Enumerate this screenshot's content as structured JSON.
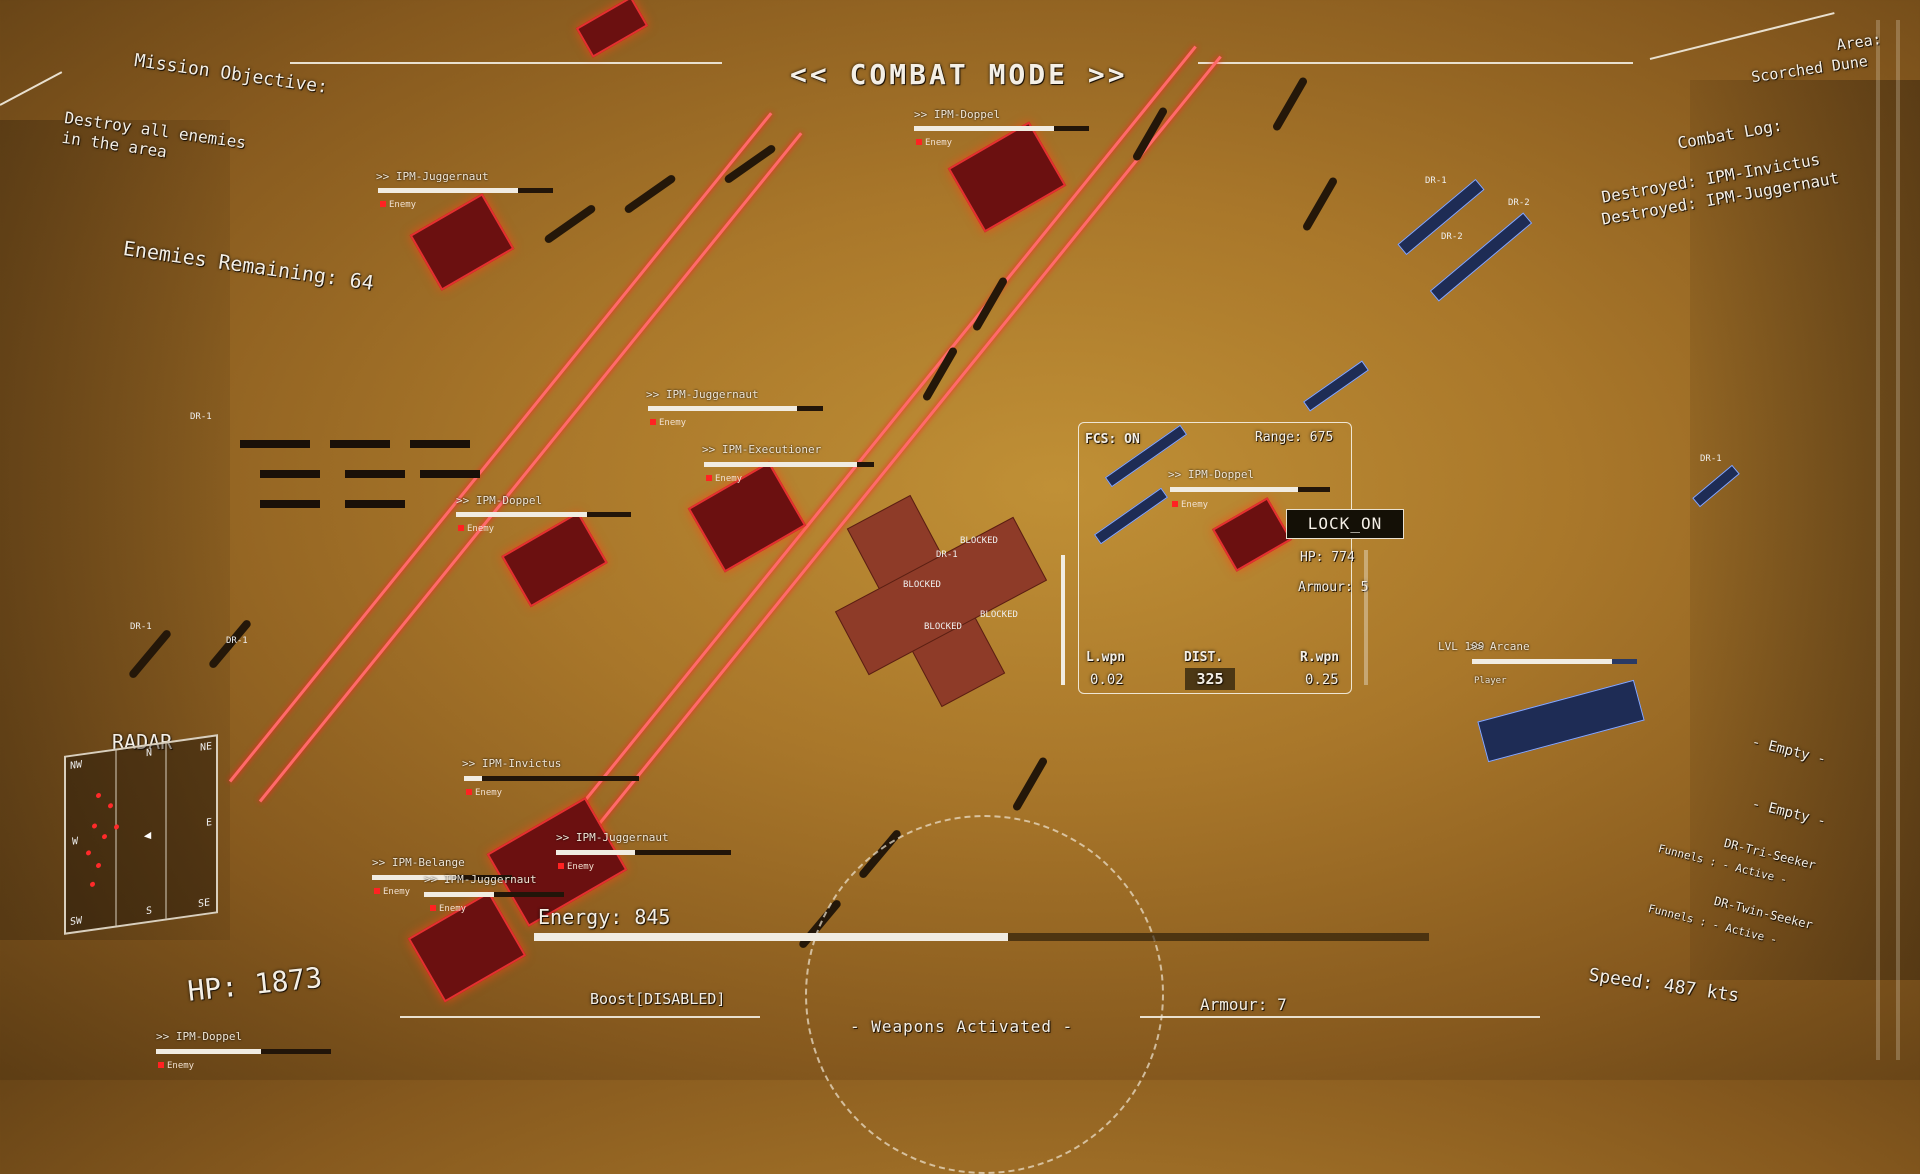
{
  "title": "<< COMBAT MODE >>",
  "mission": {
    "title": "Mission Objective:",
    "text": "Destroy all enemies in the area",
    "enemies_remaining": "Enemies Remaining: 64"
  },
  "area": {
    "label": "Area:",
    "value": "Scorched Dune"
  },
  "combat_log": {
    "title": "Combat Log:",
    "entries": [
      "Destroyed: IPM-Invictus",
      "Destroyed: IPM-Juggernaut"
    ]
  },
  "radar": {
    "label": "RADAR",
    "directions": {
      "nw": "NW",
      "n": "N",
      "ne": "NE",
      "w": "W",
      "e": "E",
      "sw": "SW",
      "s": "S",
      "se": "SE"
    }
  },
  "player": {
    "hp": "HP: 1873",
    "energy": "Energy: 845",
    "energy_fraction": 0.53,
    "boost": "Boost[DISABLED]",
    "weapons": "- Weapons Activated -",
    "armour": "Armour: 7",
    "speed": "Speed: 487 kts"
  },
  "weapon_slots": [
    {
      "label": "- Empty -"
    },
    {
      "label": "- Empty -"
    },
    {
      "label": "DR-Tri-Seeker",
      "sub": "Funnels : - Active -"
    },
    {
      "label": "DR-Twin-Seeker",
      "sub": "Funnels : - Active -"
    }
  ],
  "target": {
    "fcs": "FCS: ON",
    "range": "Range: 675",
    "lock": "LOCK_ON",
    "name": ">> IPM-Doppel",
    "sub": "Enemy",
    "hp": "HP: 774",
    "armour": "Armour: 5",
    "lwpn_label": "L.wpn",
    "lwpn_value": "0.02",
    "dist_label": "DIST.",
    "dist_value": "325",
    "rwpn_label": "R.wpn",
    "rwpn_value": "0.25"
  },
  "units": [
    {
      "name": ">> IPM-Doppel",
      "sub": "Enemy",
      "hp": 0.8
    },
    {
      "name": ">> IPM-Juggernaut",
      "sub": "Enemy",
      "hp": 0.8
    },
    {
      "name": ">> IPM-Juggernaut",
      "sub": "Enemy",
      "hp": 0.85
    },
    {
      "name": ">> IPM-Executioner",
      "sub": "Enemy",
      "hp": 0.9
    },
    {
      "name": ">> IPM-Doppel",
      "sub": "Enemy",
      "hp": 0.75
    },
    {
      "name": ">> IPM-Invictus",
      "sub": "Enemy",
      "hp": 0.1
    },
    {
      "name": ">> IPM-Juggernaut",
      "sub": "Enemy",
      "hp": 0.45
    },
    {
      "name": ">> IPM-Belange",
      "sub": "Enemy",
      "hp": 0.6
    },
    {
      "name": ">> IPM-Juggernaut",
      "sub": "Enemy",
      "hp": 0.5
    },
    {
      "name": ">> IPM-Doppel",
      "sub": "Enemy",
      "hp": 0.6
    },
    {
      "name": ">> Arcane",
      "sub": "Player",
      "hp": 0.85,
      "level": "LVL 100"
    }
  ],
  "blocked_labels": [
    "BLOCKED",
    "BLOCKED",
    "BLOCKED",
    "BLOCKED"
  ],
  "drone_labels": [
    "DR-1",
    "DR-2",
    "DR-2",
    "DR-1",
    "DR-1",
    "DR-1",
    "DR-1",
    "DR-1"
  ],
  "colors": {
    "enemy": "#ff2222",
    "laser": "#ff6a6a",
    "hud": "#f4efe6",
    "sand": "#a9772a",
    "ally": "#88a8ff"
  }
}
